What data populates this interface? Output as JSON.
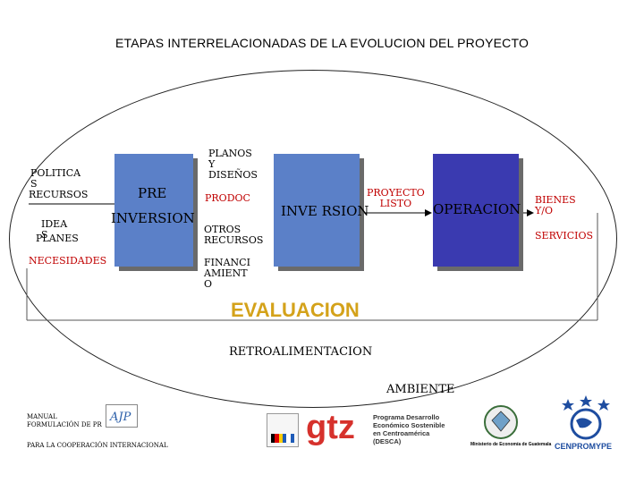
{
  "title": "ETAPAS INTERRELACIONADAS DE LA EVOLUCION DEL PROYECTO",
  "left": {
    "politicas": "POLITICA\nS",
    "recursos": "RECURSOS",
    "idea": "IDEA\nS",
    "planes": "PLANES",
    "necesidades": "NECESIDADES"
  },
  "boxes": {
    "pre_top": "PRE",
    "pre_bottom": "INVERSION",
    "inversion": "INVE RSION",
    "operacion": "OPERACION"
  },
  "middle": {
    "planos": "PLANOS\nY\nDISEÑOS",
    "prodoc": "PRODOC",
    "otros": "OTROS\nRECURSOS",
    "financi": "FINANCI\nAMIENT\nO"
  },
  "proyecto_listo": "PROYECTO\nLISTO",
  "right": {
    "bienes": "BIENES\nY/O",
    "servicios": "SERVICIOS"
  },
  "evaluacion": "EVALUACION",
  "retroalimentacion": "RETROALIMENTACION",
  "ambiente": "AMBIENTE",
  "footer": {
    "manual": "MANUAL\nFORMULACIÓN DE PR",
    "cooperacion": "PARA LA COOPERACIÓN INTERNACIONAL",
    "gtz": "gtz",
    "programa": "Programa Desarrollo\nEconómico Sostenible\nen Centroamérica\n(DESCA)",
    "ministerio": "Ministerio de Economía de Guatemala",
    "cenpromype": "CENPROMYPE"
  },
  "colors": {
    "box_light": "#5b80c8",
    "box_dark": "#3a3ab0",
    "red_text": "#c00000",
    "evaluacion": "#d4a21a",
    "gtz_red": "#d6312c"
  }
}
